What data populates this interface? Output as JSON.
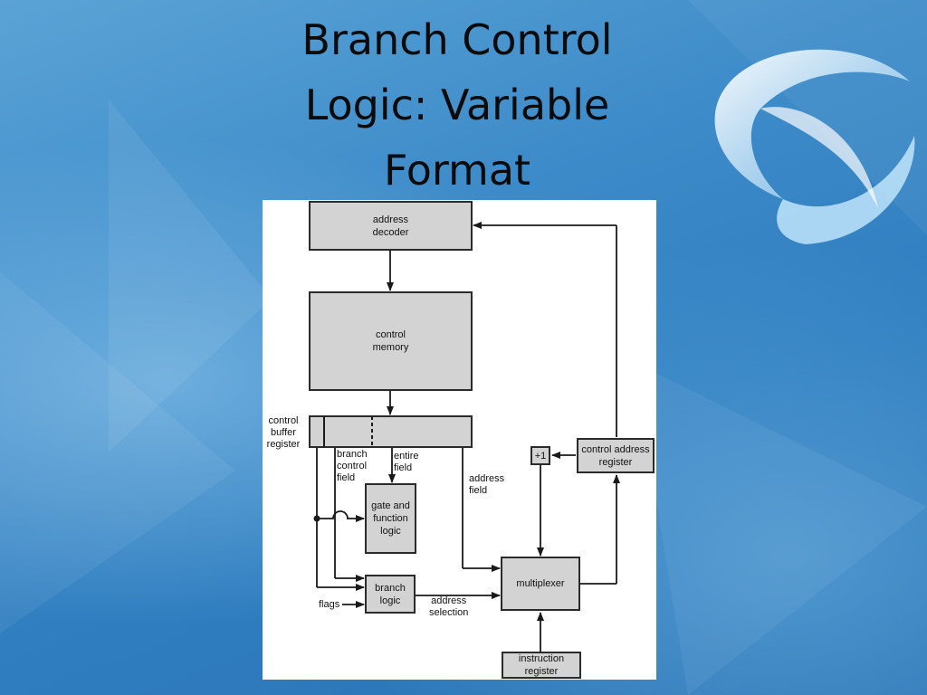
{
  "slide": {
    "title_lines": [
      "Branch Control",
      "Logic: Variable",
      "Format"
    ]
  },
  "diagram": {
    "boxes": {
      "address_decoder": [
        "address",
        "decoder"
      ],
      "control_memory": [
        "control",
        "memory"
      ],
      "gate_function_logic": [
        "gate and",
        "function",
        "logic"
      ],
      "branch_logic": [
        "branch",
        "logic"
      ],
      "multiplexer": [
        "multiplexer"
      ],
      "plus_one": [
        "+1"
      ],
      "control_address_register": [
        "control address",
        "register"
      ],
      "instruction_register": [
        "instruction",
        "register"
      ]
    },
    "labels": {
      "control_buffer_register": [
        "control",
        "buffer",
        "register"
      ],
      "branch_control_field": [
        "branch",
        "control",
        "field"
      ],
      "entire_field": [
        "entire",
        "field"
      ],
      "address_field": [
        "address",
        "field"
      ],
      "flags": "flags",
      "address_selection": [
        "address",
        "selection"
      ]
    }
  },
  "colors": {
    "background": "#3d8bc9",
    "box_fill": "#d3d3d3",
    "line": "#1a1a1a"
  }
}
